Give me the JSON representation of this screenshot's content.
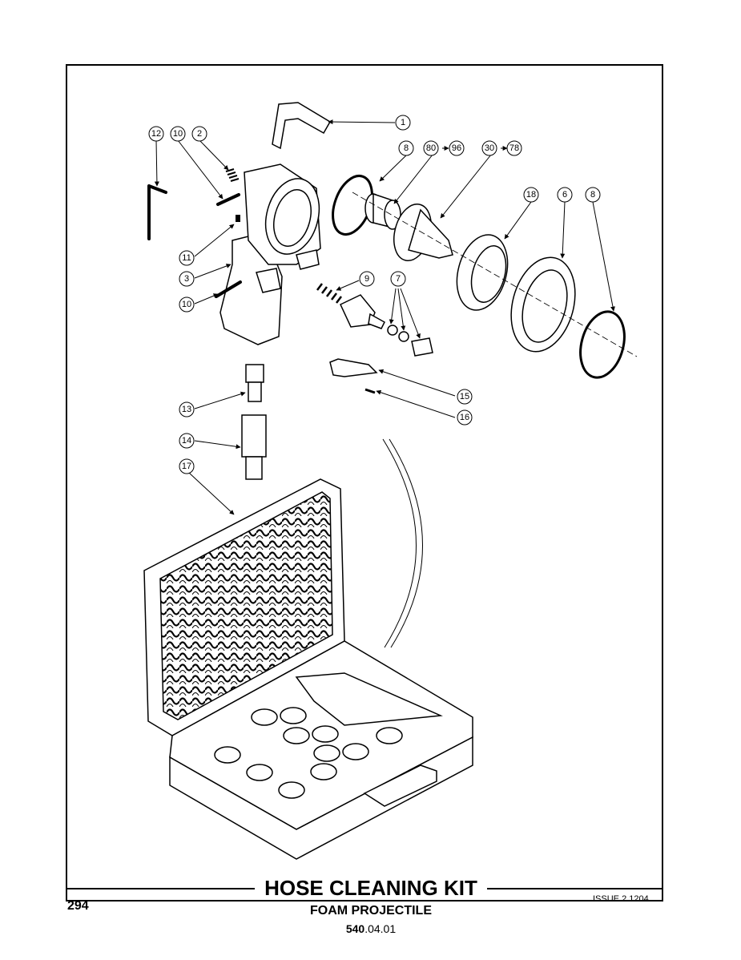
{
  "title": "HOSE CLEANING KIT",
  "subtitle": "FOAM PROJECTILE",
  "page_number": "294",
  "issue": "ISSUE 2 1204",
  "reference": {
    "bold": "540",
    "rest": ".04.01"
  },
  "callouts": {
    "c1": "1",
    "c2": "2",
    "c3": "3",
    "c6": "6",
    "c7": "7",
    "c8a": "8",
    "c8b": "8",
    "c9": "9",
    "c10a": "10",
    "c10b": "10",
    "c11": "11",
    "c12": "12",
    "c13": "13",
    "c14": "14",
    "c15": "15",
    "c16": "16",
    "c17": "17",
    "c18": "18",
    "c80": "80",
    "c96": "96",
    "c30": "30",
    "c78": "78"
  }
}
